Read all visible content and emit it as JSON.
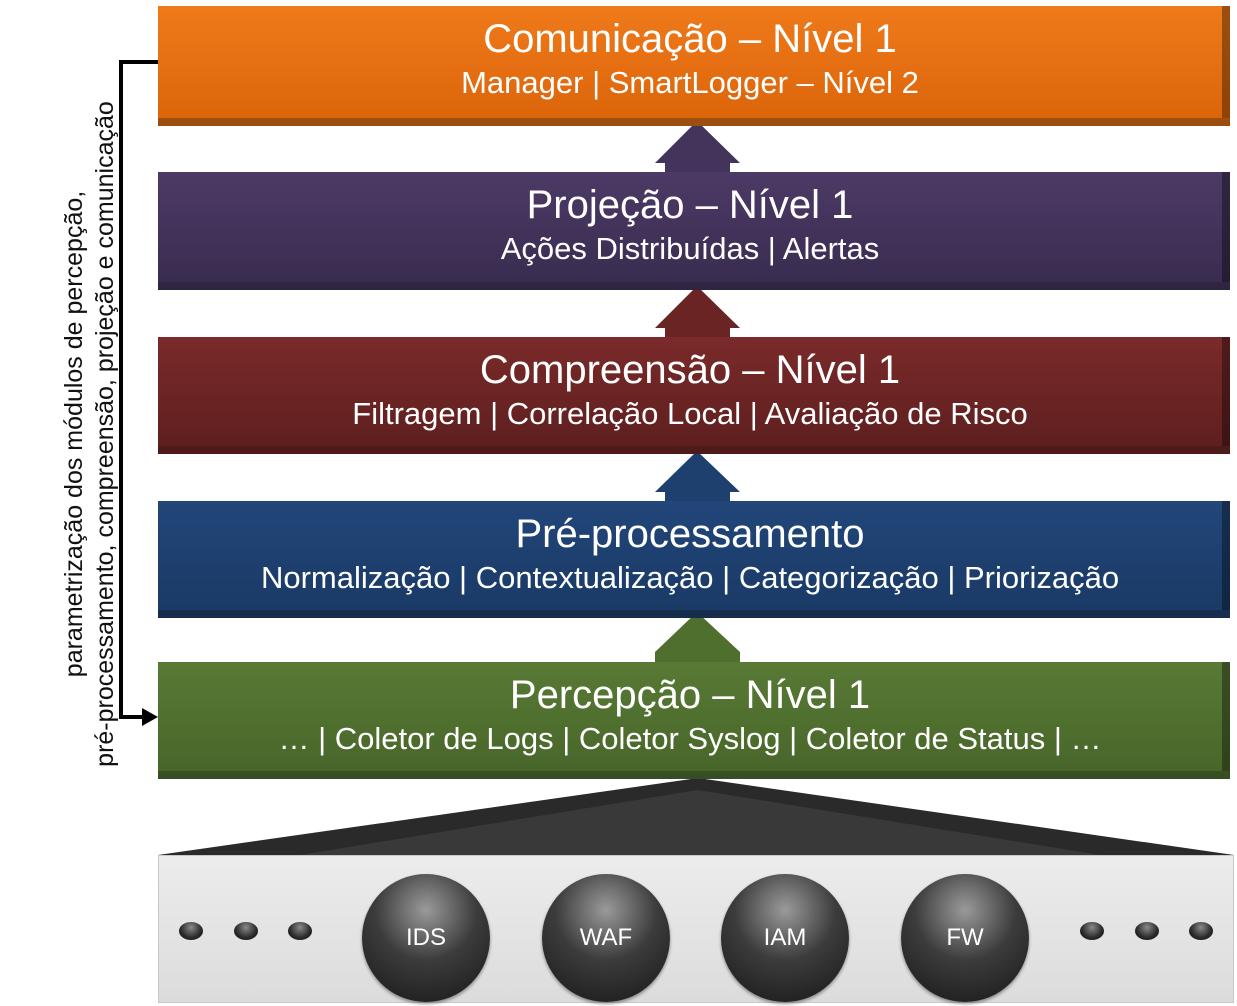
{
  "layers": {
    "communication": {
      "title": "Comunicação – Nível 1",
      "subtitle": "Manager | SmartLogger – Nível 2",
      "color": "#e36e10"
    },
    "projection": {
      "title": "Projeção – Nível 1",
      "subtitle": "Ações Distribuídas | Alertas",
      "color": "#43345b"
    },
    "comprehension": {
      "title": "Compreensão – Nível 1",
      "subtitle": "Filtragem | Correlação Local | Avaliação de Risco",
      "color": "#6b2424"
    },
    "preprocessing": {
      "title": "Pré-processamento",
      "subtitle": "Normalização | Contextualização | Categorização | Priorização",
      "color": "#1e406f"
    },
    "perception": {
      "title": "Percepção – Nível 1",
      "subtitle": "… | Coletor de Logs | Coletor Syslog | Coletor de Status |  …",
      "color": "#4f6f2f"
    }
  },
  "side_label": {
    "line1": "parametrização dos módulos de percepção,",
    "line2": "pré-processamento, compreensão, projeção e comunicação"
  },
  "sources": {
    "nodes": [
      "IDS",
      "WAF",
      "IAM",
      "FW"
    ]
  }
}
